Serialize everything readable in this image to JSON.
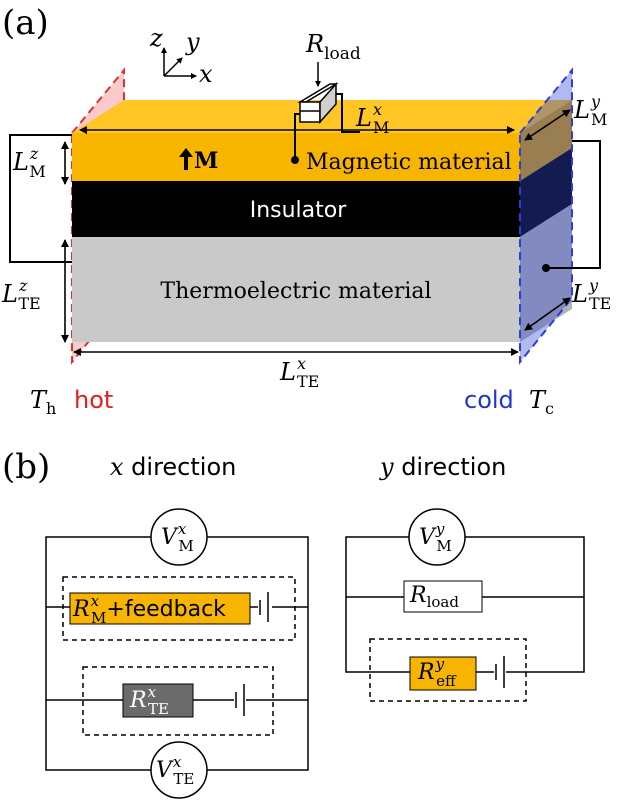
{
  "panel_a": {
    "label": "(a)",
    "axes": {
      "z": "z",
      "y": "y",
      "x": "x"
    },
    "R_load": {
      "main": "R",
      "sub": "load"
    },
    "L_M_x": {
      "main": "L",
      "sub": "M",
      "sup": "x"
    },
    "L_M_y": {
      "main": "L",
      "sub": "M",
      "sup": "y"
    },
    "L_M_z": {
      "main": "L",
      "sub": "M",
      "sup": "z"
    },
    "L_TE_z": {
      "main": "L",
      "sub": "TE",
      "sup": "z"
    },
    "L_TE_y": {
      "main": "L",
      "sub": "TE",
      "sup": "y"
    },
    "L_TE_x": {
      "main": "L",
      "sub": "TE",
      "sup": "x"
    },
    "magnetization": "M",
    "magnetic_material": "Magnetic material",
    "insulator": "Insulator",
    "thermoelectric_material": "Thermoelectric material",
    "T_h": {
      "main": "T",
      "sub": "h"
    },
    "hot": "hot",
    "cold": "cold",
    "T_c": {
      "main": "T",
      "sub": "c"
    }
  },
  "panel_b": {
    "label": "(b)",
    "x_title": {
      "var": "x",
      "rest": " direction"
    },
    "y_title": {
      "var": "y",
      "rest": " direction"
    },
    "V_M_x": {
      "main": "V",
      "sub": "M",
      "sup": "x"
    },
    "V_TE_x": {
      "main": "V",
      "sub": "TE",
      "sup": "x"
    },
    "V_M_y": {
      "main": "V",
      "sub": "M",
      "sup": "y"
    },
    "R_M_x": {
      "main": "R",
      "sub": "M",
      "sup": "x",
      "extra": "+feedback"
    },
    "R_TE_x": {
      "main": "R",
      "sub": "TE",
      "sup": "x"
    },
    "R_load": {
      "main": "R",
      "sub": "load"
    },
    "R_eff_y": {
      "main": "R",
      "sub": "eff",
      "sup": "y"
    }
  },
  "colors": {
    "magnetic": "#f7b500",
    "magnetic_top": "#ffc926",
    "insulator": "#000000",
    "thermoelectric": "#c9c9c9",
    "hot": "#e03030",
    "cold": "#2b3fd6",
    "te_box": "#6b6b6b"
  }
}
